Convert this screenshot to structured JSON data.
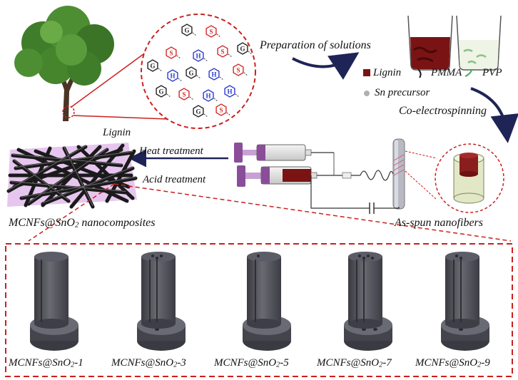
{
  "labels": {
    "preparation": "Preparation of solutions",
    "lignin_legend": "Lignin",
    "pmma": "PMMA",
    "pvp": "PVP",
    "sn_precursor": "Sn precursor",
    "co_electrospinning": "Co-electrospinning",
    "lignin_top": "Lignin",
    "heat_treatment": "Heat treatment",
    "acid_treatment": "Acid treatment",
    "as_spun": "As-spun nanofibers",
    "composites_prefix": "MCNFs@SnO",
    "composites_sub": "2",
    "composites_suffix": " nanocomposites"
  },
  "samples": [
    {
      "prefix": "MCNFs@SnO",
      "sub": "2",
      "suffix": "-1"
    },
    {
      "prefix": "MCNFs@SnO",
      "sub": "2",
      "suffix": "-3"
    },
    {
      "prefix": "MCNFs@SnO",
      "sub": "2",
      "suffix": "-5"
    },
    {
      "prefix": "MCNFs@SnO",
      "sub": "2",
      "suffix": "-7"
    },
    {
      "prefix": "MCNFs@SnO",
      "sub": "2",
      "suffix": "-9"
    }
  ],
  "lignin_units": {
    "s_label": "S",
    "g_label": "G",
    "h_label": "H"
  },
  "colors": {
    "dashed_red": "#cc1f1f",
    "arrow_navy": "#1f2457",
    "lignin_maroon": "#7a1414",
    "sn_grey": "#b0b0b0",
    "fiber_black": "#1a1a1a",
    "fiber_bg_pink": "#e6c6ee",
    "unit_s_red": "#d42a2a",
    "unit_h_blue": "#2c3ad0",
    "unit_g_black": "#222222",
    "shell_cream": "#e2e7c6",
    "core_red": "#8a1e1e",
    "model_grey": "#4a4a52"
  }
}
